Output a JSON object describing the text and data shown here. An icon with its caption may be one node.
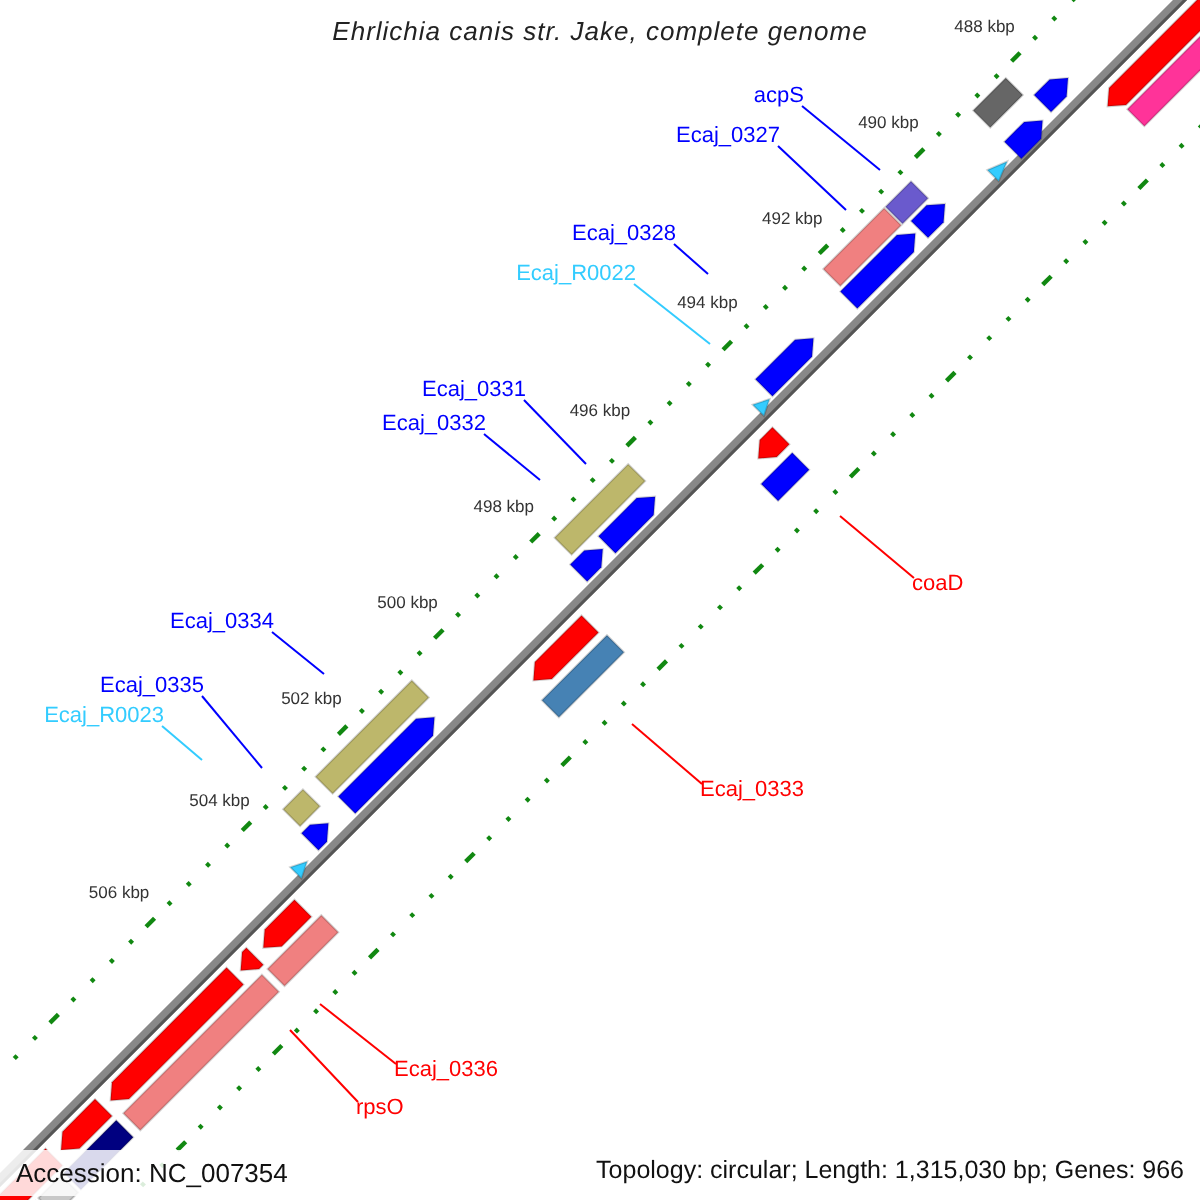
{
  "diagram": {
    "title": "Ehrlichia canis str. Jake, complete genome",
    "nodes": [
      {
        "text": [
          "acpS"
        ]
      },
      {
        "text": [
          "Ecaj_0327"
        ]
      },
      {
        "text": [
          "Ecaj_0328"
        ]
      },
      {
        "text": [
          "Ecaj_R0022"
        ]
      },
      {
        "text": [
          "Ecaj_0331"
        ]
      },
      {
        "text": [
          "Ecaj_0332"
        ]
      },
      {
        "text": [
          "Ecaj_0334"
        ]
      },
      {
        "text": [
          "Ecaj_0335"
        ]
      },
      {
        "text": [
          "Ecaj_R0023"
        ]
      },
      {
        "text": [
          "coaD"
        ]
      },
      {
        "text": [
          "Ecaj_0333"
        ]
      },
      {
        "text": [
          "Ecaj_0336"
        ]
      },
      {
        "text": [
          "rpsO"
        ]
      }
    ],
    "edges": [
      {
        "from": 0,
        "to": null,
        "arrow": "none"
      },
      {
        "from": 1,
        "to": null,
        "arrow": "none"
      },
      {
        "from": 2,
        "to": null,
        "arrow": "none"
      },
      {
        "from": 3,
        "to": null,
        "arrow": "none",
        "color": "#33ccff"
      },
      {
        "from": 4,
        "to": null,
        "arrow": "none"
      },
      {
        "from": 5,
        "to": null,
        "arrow": "none"
      },
      {
        "from": 6,
        "to": null,
        "arrow": "none"
      },
      {
        "from": 7,
        "to": null,
        "arrow": "none"
      },
      {
        "from": 8,
        "to": null,
        "arrow": "none",
        "color": "#33ccff"
      },
      {
        "from": 9,
        "to": null,
        "arrow": "none",
        "color": "#ff0000"
      },
      {
        "from": 10,
        "to": null,
        "arrow": "none",
        "color": "#ff0000"
      },
      {
        "from": 11,
        "to": null,
        "arrow": "none",
        "color": "#ff0000"
      },
      {
        "from": 12,
        "to": null,
        "arrow": "none",
        "color": "#ff0000"
      }
    ],
    "labels": [
      "488 kbp",
      "490 kbp",
      "492 kbp",
      "494 kbp",
      "496 kbp",
      "498 kbp",
      "500 kbp",
      "502 kbp",
      "504 kbp",
      "506 kbp",
      "Accession: NC_007354",
      "Topology: circular; Length: 1,315,030 bp; Genes: 966"
    ]
  }
}
